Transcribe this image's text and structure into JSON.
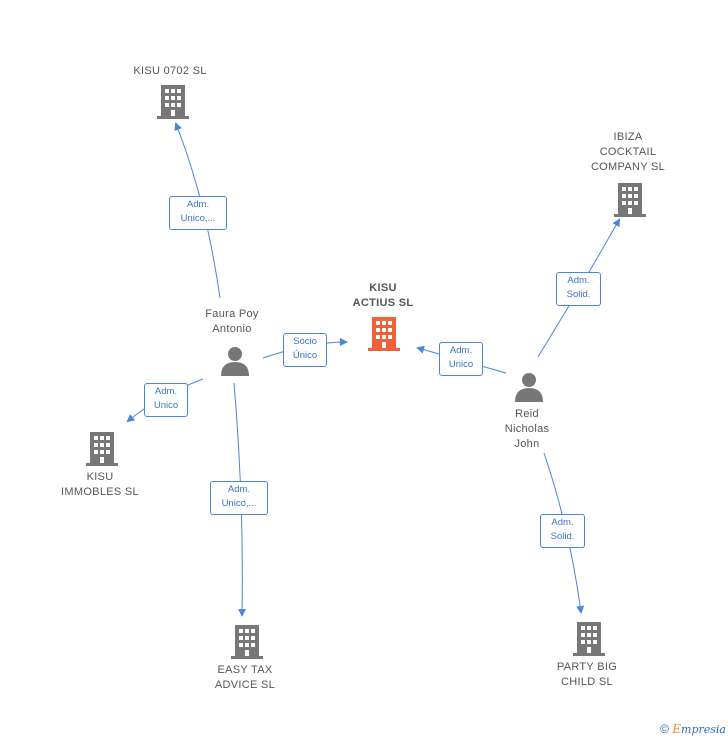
{
  "colors": {
    "edge": "#4a86d9",
    "building": "#777777",
    "building_main": "#f0623a",
    "person": "#777777"
  },
  "nodes": {
    "kisu_actius": {
      "label": "KISU\nACTIUS  SL",
      "icon": "building-icon",
      "main": true
    },
    "kisu_0702": {
      "label": "KISU 0702  SL",
      "icon": "building-icon"
    },
    "ibiza": {
      "label": "IBIZA\nCOCKTAIL\nCOMPANY  SL",
      "icon": "building-icon"
    },
    "faura": {
      "label": "Faura Poy\nAntonio",
      "icon": "person-icon"
    },
    "reid": {
      "label": "Reid\nNicholas\nJohn",
      "icon": "person-icon"
    },
    "kisu_immobles": {
      "label": "KISU\nIMMOBLES  SL",
      "icon": "building-icon"
    },
    "easy_tax": {
      "label": "EASY TAX\nADVICE  SL",
      "icon": "building-icon"
    },
    "party_big": {
      "label": "PARTY BIG\nCHILD SL",
      "icon": "building-icon"
    }
  },
  "edges": {
    "faura_kisu0702": {
      "label": "Adm.\nUnico,..."
    },
    "faura_actius": {
      "label": "Socio\nÚnico"
    },
    "reid_actius": {
      "label": "Adm.\nUnico"
    },
    "reid_ibiza": {
      "label": "Adm.\nSolid."
    },
    "faura_immobles": {
      "label": "Adm.\nUnico"
    },
    "faura_easytax": {
      "label": "Adm.\nUnico,..."
    },
    "reid_partybig": {
      "label": "Adm.\nSolid."
    }
  },
  "footer": {
    "copyright": "©",
    "brand_initial": "E",
    "brand_rest": "mpresia"
  }
}
